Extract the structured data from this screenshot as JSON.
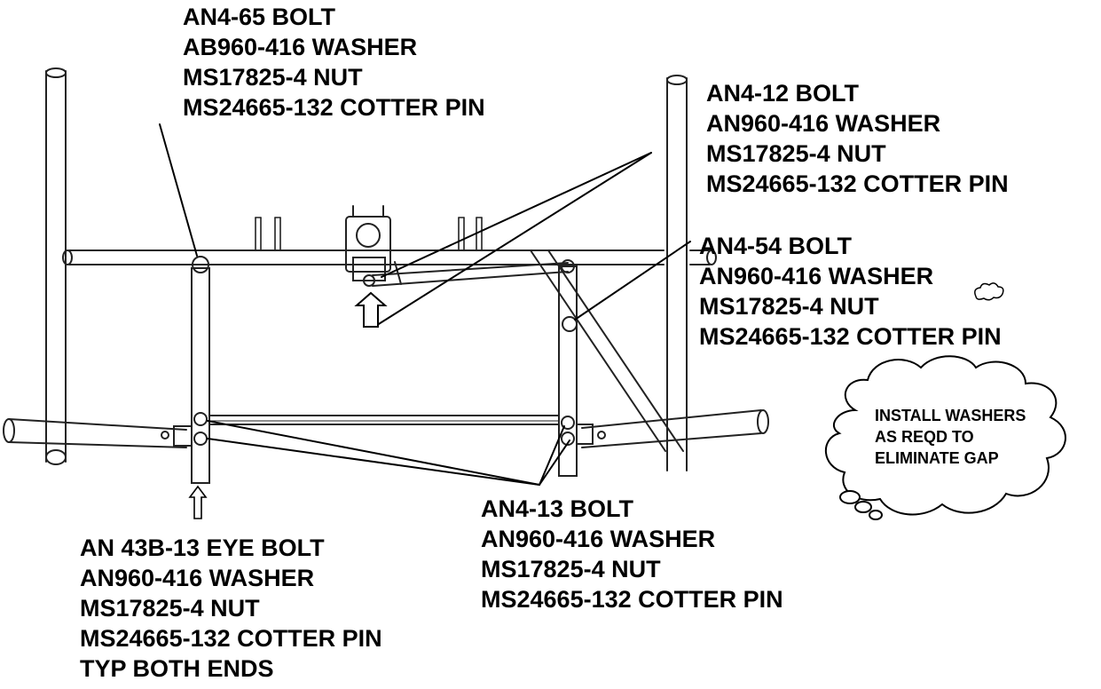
{
  "callouts": {
    "top_left": [
      "AN4-65 BOLT",
      "AB960-416 WASHER",
      "MS17825-4 NUT",
      "MS24665-132 COTTER PIN"
    ],
    "top_right": [
      "AN4-12 BOLT",
      "AN960-416 WASHER",
      "MS17825-4 NUT",
      "MS24665-132 COTTER PIN"
    ],
    "middle_right": [
      "AN4-54 BOLT",
      "AN960-416 WASHER",
      "MS17825-4 NUT",
      "MS24665-132 COTTER PIN"
    ],
    "bottom_center": [
      "AN4-13 BOLT",
      "AN960-416 WASHER",
      "MS17825-4 NUT",
      "MS24665-132 COTTER PIN"
    ],
    "bottom_left": [
      "AN 43B-13 EYE BOLT",
      "AN960-416 WASHER",
      "MS17825-4 NUT",
      "MS24665-132 COTTER PIN",
      "TYP BOTH ENDS"
    ]
  },
  "thought_bubble": [
    "INSTALL WASHERS",
    "AS REQD TO",
    "ELIMINATE GAP"
  ],
  "colors": {
    "ink": "#000000",
    "background": "#ffffff"
  }
}
